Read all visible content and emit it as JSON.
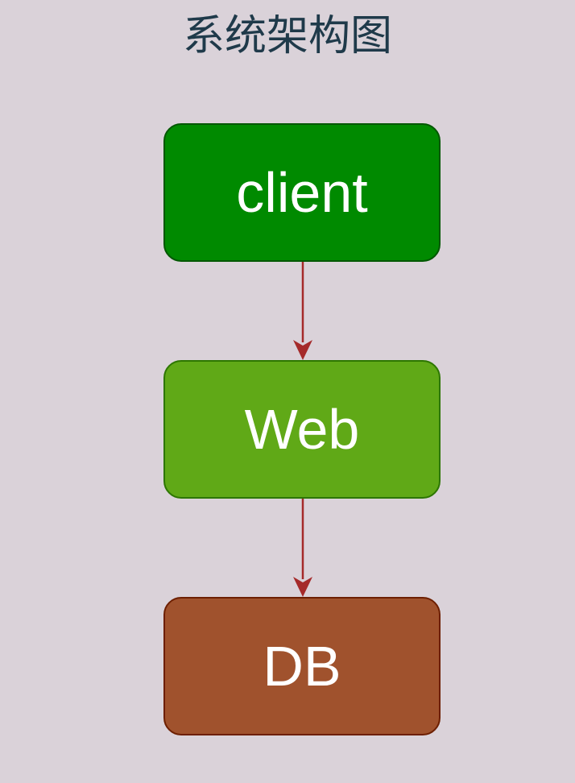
{
  "diagram": {
    "title": "系统架构图",
    "nodes": [
      {
        "id": "client",
        "label": "client",
        "color": "#008a00"
      },
      {
        "id": "web",
        "label": "Web",
        "color": "#60a917"
      },
      {
        "id": "db",
        "label": "DB",
        "color": "#a0522d"
      }
    ],
    "edges": [
      {
        "from": "client",
        "to": "web",
        "color": "#a52a2a"
      },
      {
        "from": "web",
        "to": "db",
        "color": "#a52a2a"
      }
    ]
  }
}
